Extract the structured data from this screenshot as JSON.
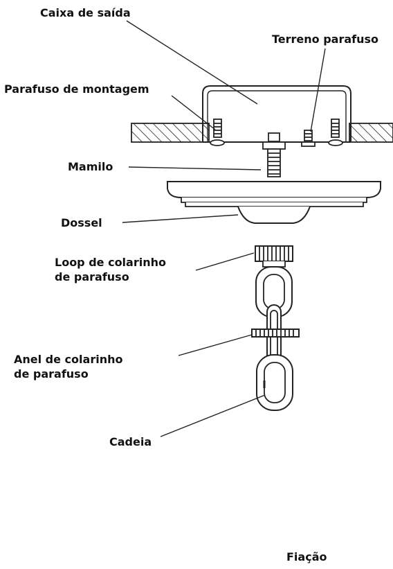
{
  "labels": {
    "outlet_box": "Caixa de saída",
    "ground_screw": "Terreno parafuso",
    "mounting_screw": "Parafuso de montagem",
    "nipple": "Mamilo",
    "canopy": "Dossel",
    "screw_collar_loop_line1": "Loop de colarinho",
    "screw_collar_loop_line2": "de parafuso",
    "screw_collar_ring_line1": "Anel de colarinho",
    "screw_collar_ring_line2": "de parafuso",
    "chain": "Cadeia",
    "wiring": "Fiação"
  }
}
